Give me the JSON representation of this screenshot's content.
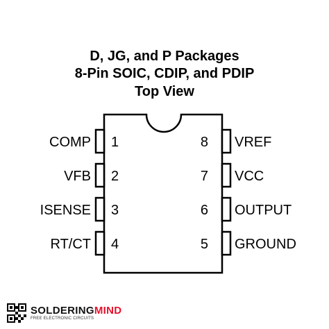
{
  "title": {
    "line1": "D, JG, and P Packages",
    "line2": "8-Pin SOIC, CDIP, and PDIP",
    "line3": "Top View"
  },
  "pins": {
    "left": [
      {
        "number": "1",
        "label": "COMP"
      },
      {
        "number": "2",
        "label": "VFB"
      },
      {
        "number": "3",
        "label": "ISENSE"
      },
      {
        "number": "4",
        "label": "RT/CT"
      }
    ],
    "right": [
      {
        "number": "8",
        "label": "VREF"
      },
      {
        "number": "7",
        "label": "VCC"
      },
      {
        "number": "6",
        "label": "OUTPUT"
      },
      {
        "number": "5",
        "label": "GROUND"
      }
    ]
  },
  "brand": {
    "name_prefix": "SOLDERING",
    "name_suffix": "MIND",
    "tagline": "FREE ELECTRONIC CIRCUITS",
    "accent_color": "#e8102a"
  }
}
